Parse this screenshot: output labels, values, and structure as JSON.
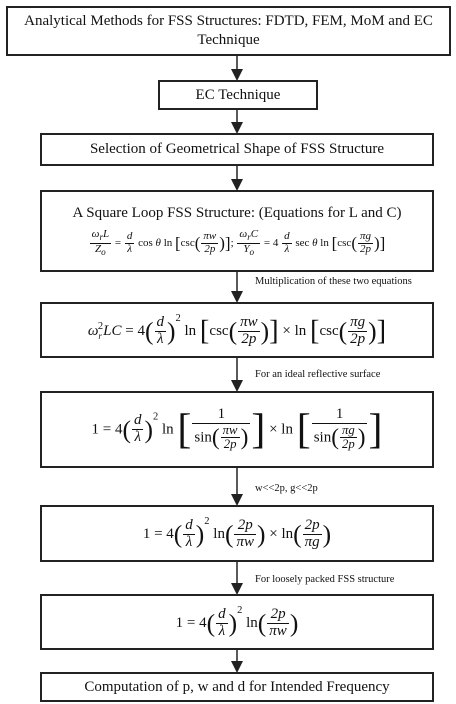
{
  "boxes": {
    "title": "Analytical Methods for FSS Structures: FDTD, FEM, MoM and EC Technique",
    "ec": "EC Technique",
    "selection": "Selection of Geometrical Shape of FSS Structure",
    "square_loop": "A Square Loop FSS Structure: (Equations for L and C)",
    "computation": "Computation of p, w and d for Intended Frequency"
  },
  "labels": {
    "step1": "Multiplication of these two equations",
    "step2": "For an ideal reflective surface",
    "step3": "w<<2p, g<<2p",
    "step4": "For loosely packed FSS structure"
  }
}
